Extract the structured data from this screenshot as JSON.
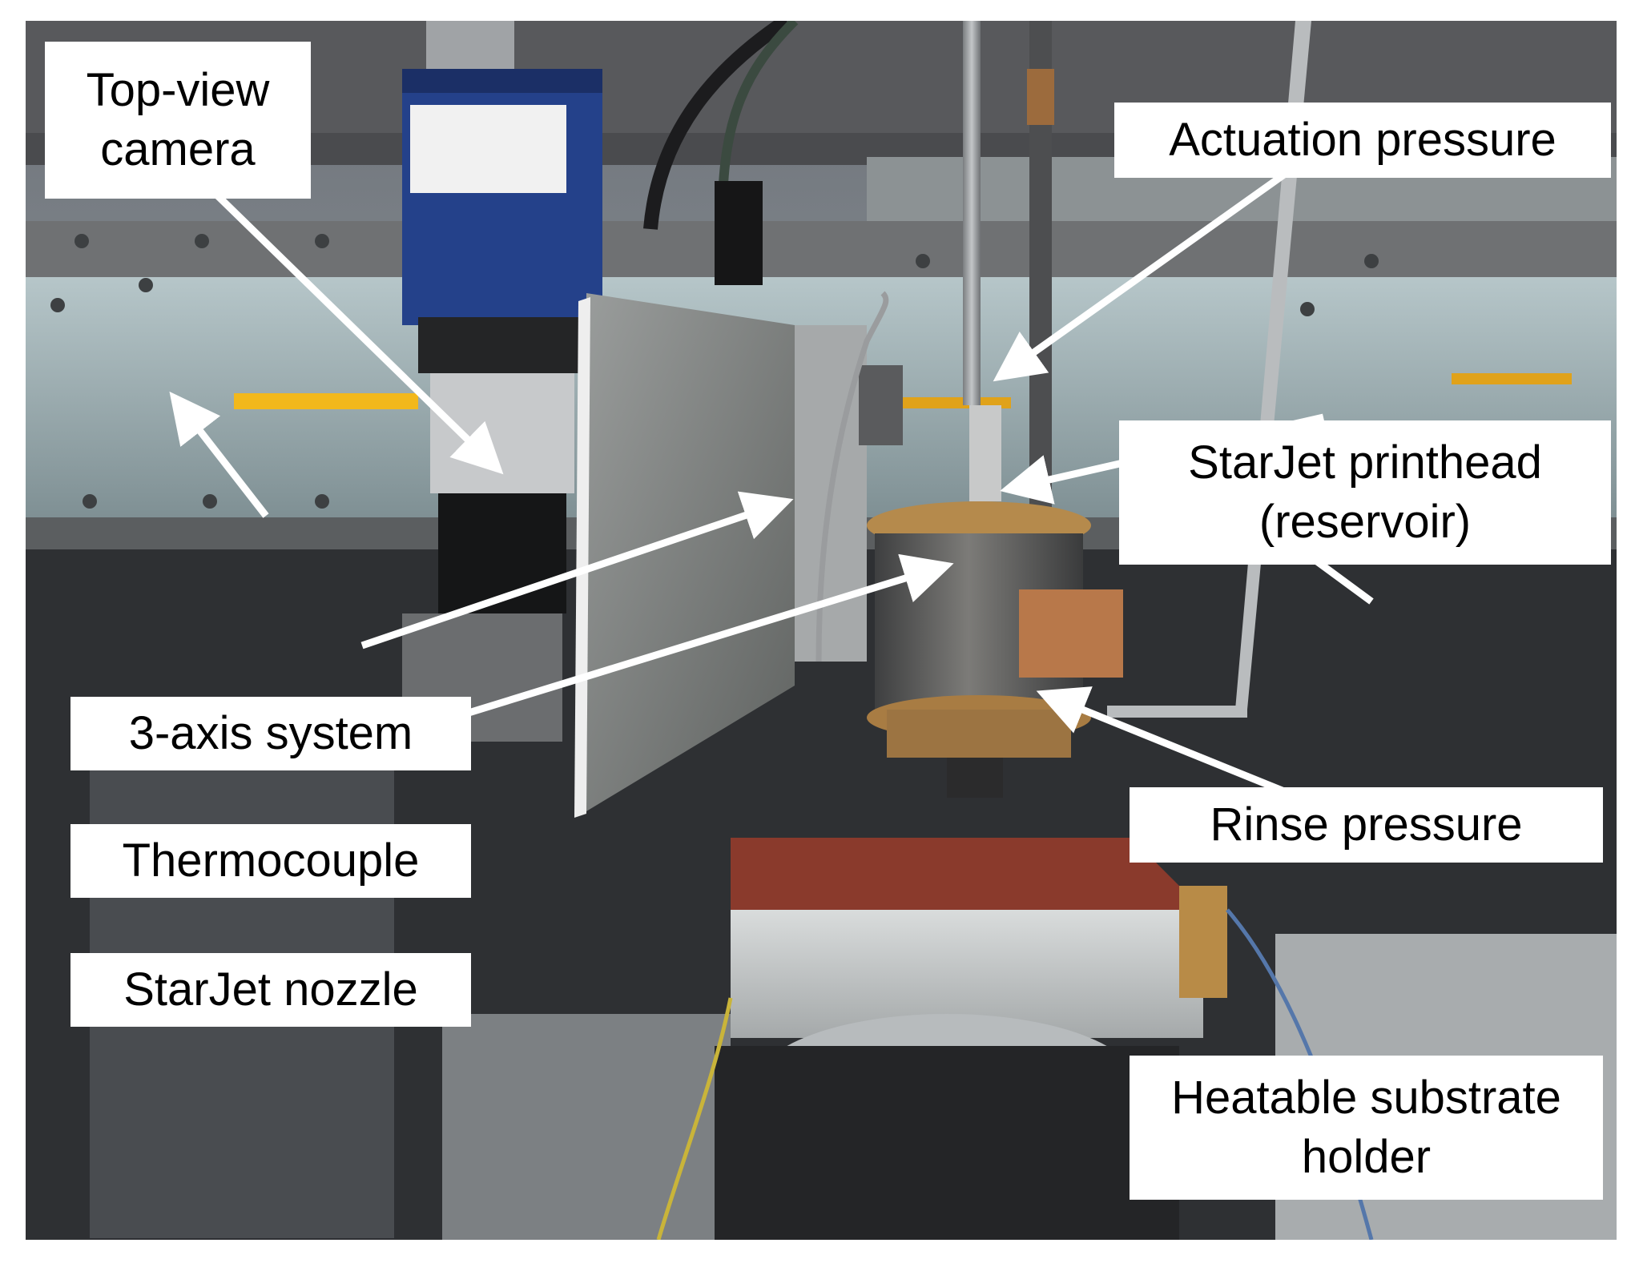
{
  "labels": {
    "top_view_camera": "Top-view\ncamera",
    "actuation_pressure": "Actuation pressure",
    "starjet_printhead": "StarJet printhead\n(reservoir)",
    "three_axis_system": "3-axis system",
    "rinse_pressure": "Rinse pressure",
    "thermocouple": "Thermocouple",
    "starjet_nozzle": "StarJet nozzle",
    "heatable_substrate_holder": "Heatable substrate\nholder"
  },
  "colors": {
    "label_background": "#ffffff",
    "label_text": "#000000",
    "arrow": "#ffffff",
    "heater_block": "#8a3a2c",
    "camera_body": "#24418a",
    "rail_accent": "#f2b81c"
  }
}
